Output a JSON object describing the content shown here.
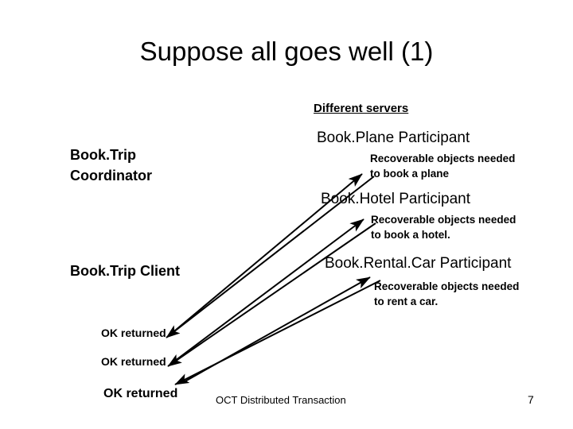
{
  "slide": {
    "title": "Suppose all goes well (1)",
    "page_number": "7",
    "footer": "OCT Distributed Transaction",
    "section_heading": "Different servers"
  },
  "roles": {
    "coordinator": "Book.Trip\nCoordinator",
    "client": "Book.Trip Client"
  },
  "participants": [
    {
      "name": "Book.Plane Participant",
      "description": "Recoverable objects needed\nto book a plane"
    },
    {
      "name": "Book.Hotel Participant",
      "description": "Recoverable objects needed\nto book a hotel."
    },
    {
      "name": "Book.Rental.Car Participant",
      "description": "Recoverable objects needed\nto rent a car."
    }
  ],
  "responses": [
    {
      "label": "OK returned"
    },
    {
      "label": "OK returned"
    },
    {
      "label": "OK returned"
    }
  ],
  "colors": {
    "background": "#ffffff",
    "text": "#000000",
    "arrow": "#000000"
  },
  "arrows": {
    "request_count": 3,
    "response_count": 3
  }
}
